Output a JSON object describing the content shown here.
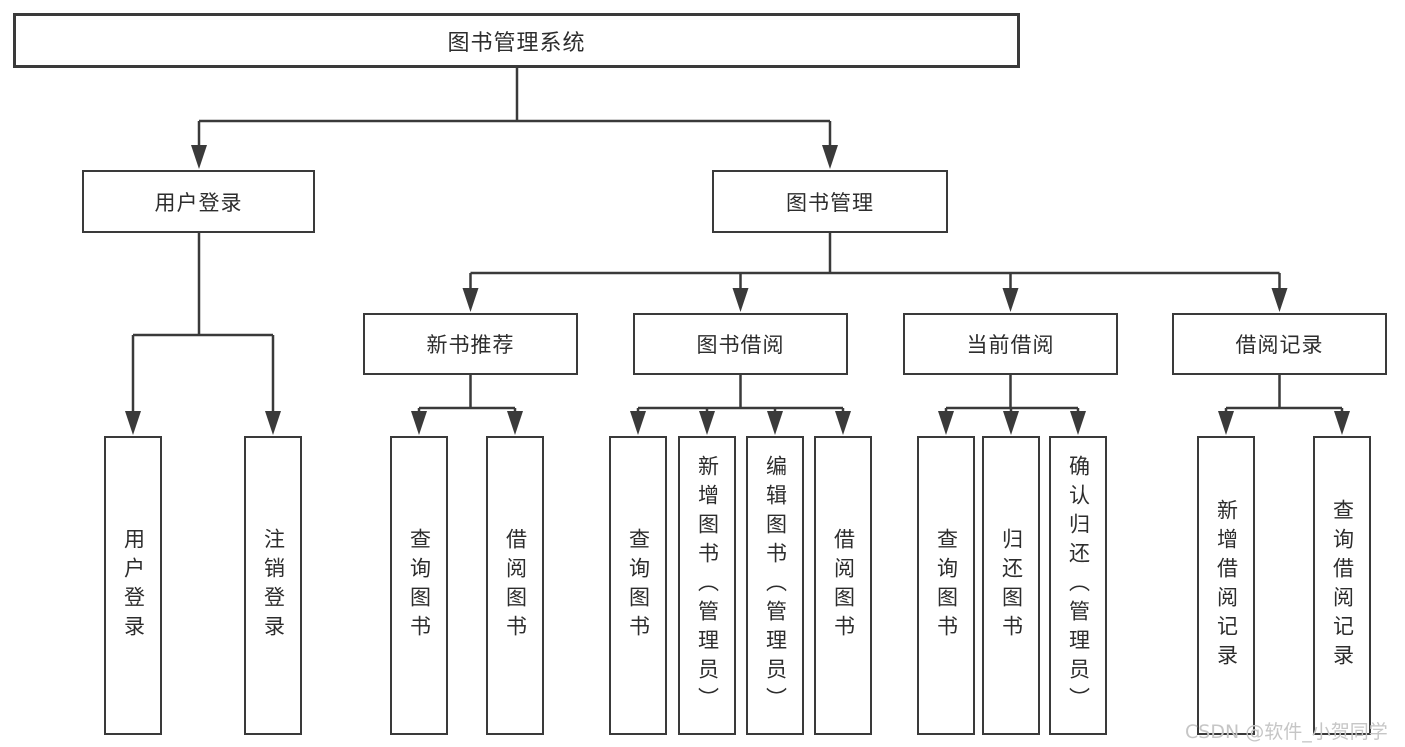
{
  "diagram": {
    "root": {
      "label": "图书管理系统"
    },
    "level2": [
      {
        "label": "用户登录"
      },
      {
        "label": "图书管理"
      }
    ],
    "level3": [
      {
        "label": "新书推荐",
        "parent": "图书管理"
      },
      {
        "label": "图书借阅",
        "parent": "图书管理"
      },
      {
        "label": "当前借阅",
        "parent": "图书管理"
      },
      {
        "label": "借阅记录",
        "parent": "图书管理"
      }
    ],
    "leaves": [
      {
        "label": "用户登录",
        "parent": "用户登录"
      },
      {
        "label": "注销登录",
        "parent": "用户登录"
      },
      {
        "label": "查询图书",
        "parent": "新书推荐"
      },
      {
        "label": "借阅图书",
        "parent": "新书推荐"
      },
      {
        "label": "查询图书",
        "parent": "图书借阅"
      },
      {
        "label": "新增图书（管理员）",
        "parent": "图书借阅"
      },
      {
        "label": "编辑图书（管理员）",
        "parent": "图书借阅"
      },
      {
        "label": "借阅图书",
        "parent": "图书借阅"
      },
      {
        "label": "查询图书",
        "parent": "当前借阅"
      },
      {
        "label": "归还图书",
        "parent": "当前借阅"
      },
      {
        "label": "确认归还（管理员）",
        "parent": "当前借阅"
      },
      {
        "label": "新增借阅记录",
        "parent": "借阅记录"
      },
      {
        "label": "查询借阅记录",
        "parent": "借阅记录"
      }
    ],
    "watermark": "CSDN @软件_小贺同学",
    "colors": {
      "line": "#3a3a3a",
      "text": "#2d2d2d",
      "box_fill": "#ffffff",
      "watermark": "#c6c6c6",
      "background": "#ffffff"
    }
  }
}
